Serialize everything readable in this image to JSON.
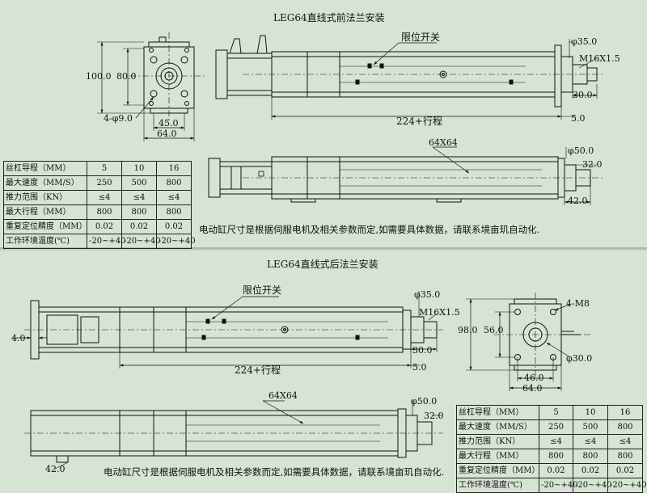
{
  "sections": [
    {
      "title": "LEG64直线式前法兰安装",
      "labels": {
        "limit_switch": "限位开关",
        "stroke": "224+行程",
        "profile": "64X64",
        "flange_height": "100.0",
        "flange_inner": "80.0",
        "hole_dia": "4-φ9.0",
        "hole_pitch": "45.0",
        "flange_width": "64.0",
        "rod_dia": "φ35.0",
        "thread": "M16X1.5",
        "rod_len": "30.0",
        "end_gap": "5.0",
        "body_dia": "φ50.0",
        "body_len": "32.0",
        "end_len": "42.0"
      },
      "note": "电动缸尺寸是根据伺服电机及相关参数而定,如需要具体数据，请联系境亩玑自动化."
    },
    {
      "title": "LEG64直线式后法兰安装",
      "labels": {
        "limit_switch": "限位开关",
        "stroke": "224+行程",
        "profile": "64X64",
        "left_gap": "4.0",
        "rod_dia": "φ35.0",
        "thread": "M16X1.5",
        "rod_len": "30.0",
        "end_gap": "5.0",
        "body_dia": "φ50.0",
        "body_len": "32.0",
        "end_len": "42.0",
        "flange_height": "98.0",
        "flange_inner": "56.0",
        "hole_spec": "4-M8",
        "bore_dia": "φ30.0",
        "hole_pitch": "46.0",
        "flange_width": "64.0"
      },
      "note": "电动缸尺寸是根据伺服电机及相关参数而定,如需要具体数据，请联系境亩玑自动化."
    }
  ],
  "spec_table": {
    "rows": [
      {
        "label": "丝杠导程（MM）",
        "values": [
          "5",
          "10",
          "16"
        ]
      },
      {
        "label": "最大速度（MM/S）",
        "values": [
          "250",
          "500",
          "800"
        ]
      },
      {
        "label": "推力范围（KN）",
        "values": [
          "≤4",
          "≤4",
          "≤4"
        ]
      },
      {
        "label": "最大行程（MM）",
        "values": [
          "800",
          "800",
          "800"
        ]
      },
      {
        "label": "重复定位精度（MM）",
        "values": [
          "0.02",
          "0.02",
          "0.02"
        ]
      },
      {
        "label": "工作环境温度(℃)",
        "values": [
          "-20~+40",
          "-20~+40",
          "-20~+40"
        ]
      }
    ]
  },
  "colors": {
    "background": "#d6e4d4",
    "line": "#1a1a1a",
    "divider": "#9aa89a"
  }
}
